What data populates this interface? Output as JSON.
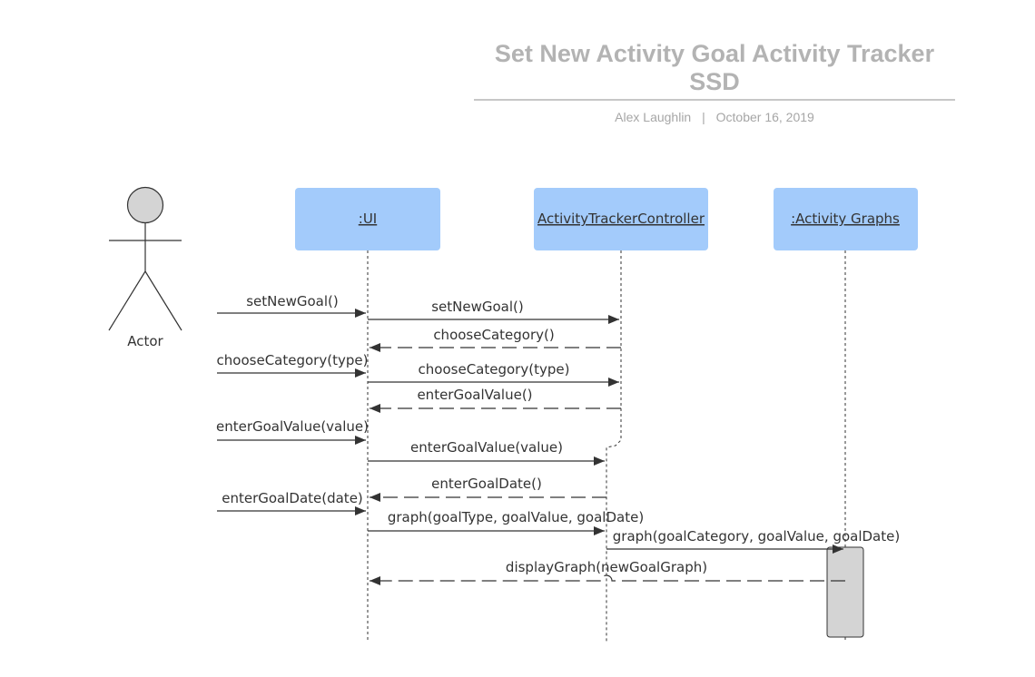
{
  "header": {
    "title": "Set New Activity Goal Activity Tracker SSD",
    "author": "Alex Laughlin",
    "separator": "|",
    "date": "October 16, 2019"
  },
  "actor": {
    "label": "Actor"
  },
  "participants": [
    {
      "id": "ui",
      "label": ":UI"
    },
    {
      "id": "controller",
      "label": "ActivityTrackerController"
    },
    {
      "id": "graphs",
      "label": ":Activity Graphs"
    }
  ],
  "messages": [
    {
      "label": "setNewGoal()",
      "from": "actor",
      "to": "ui",
      "kind": "call"
    },
    {
      "label": "setNewGoal()",
      "from": "ui",
      "to": "controller",
      "kind": "call"
    },
    {
      "label": "chooseCategory()",
      "from": "controller",
      "to": "ui",
      "kind": "return"
    },
    {
      "label": "chooseCategory(type)",
      "from": "actor",
      "to": "ui",
      "kind": "call"
    },
    {
      "label": "chooseCategory(type)",
      "from": "ui",
      "to": "controller",
      "kind": "call"
    },
    {
      "label": "enterGoalValue()",
      "from": "controller",
      "to": "ui",
      "kind": "return"
    },
    {
      "label": "enterGoalValue(value)",
      "from": "actor",
      "to": "ui",
      "kind": "call"
    },
    {
      "label": "enterGoalValue(value)",
      "from": "ui",
      "to": "controller",
      "kind": "call"
    },
    {
      "label": "enterGoalDate()",
      "from": "controller",
      "to": "ui",
      "kind": "return"
    },
    {
      "label": "enterGoalDate(date)",
      "from": "actor",
      "to": "ui",
      "kind": "call"
    },
    {
      "label": "graph(goalType, goalValue, goalDate)",
      "from": "ui",
      "to": "controller",
      "kind": "call"
    },
    {
      "label": "graph(goalCategory, goalValue, goalDate)",
      "from": "controller",
      "to": "graphs",
      "kind": "call"
    },
    {
      "label": "displayGraph(newGoalGraph)",
      "from": "graphs",
      "to": "ui",
      "kind": "return"
    }
  ],
  "colors": {
    "participant_fill": "#a3cbfb",
    "activation_fill": "#d4d4d4",
    "actor_head_fill": "#d4d4d4",
    "line": "#333333",
    "title": "#b3b3b3"
  }
}
